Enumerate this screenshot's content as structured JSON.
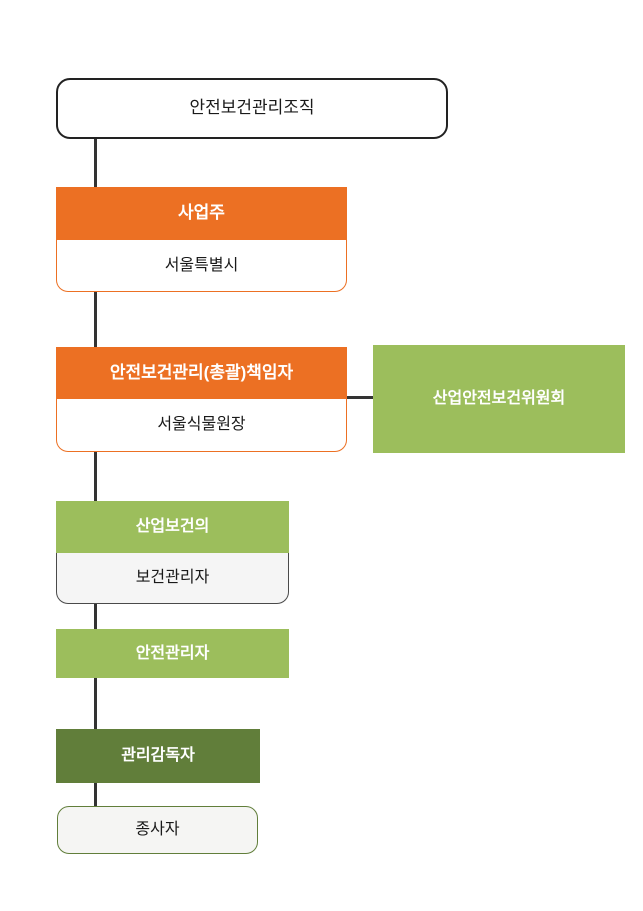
{
  "diagram": {
    "title": "안전보건관리조직",
    "colors": {
      "orange": "#EC7023",
      "green": "#9CBE5C",
      "dark_green": "#617E3A",
      "line": "#333333",
      "text_dark": "#1a1a1a",
      "text_light": "#ffffff"
    },
    "nodes": {
      "root": {
        "label": "안전보건관리조직"
      },
      "employer": {
        "header": "사업주",
        "body": "서울특별시"
      },
      "safety_manager": {
        "header": "안전보건관리(총괄)책임자",
        "body": "서울식물원장"
      },
      "committee": {
        "label": "산업안전보건위원회"
      },
      "occupational_physician": {
        "header": "산업보건의",
        "body": "보건관리자"
      },
      "safety_officer": {
        "label": "안전관리자"
      },
      "supervisor": {
        "label": "관리감독자"
      },
      "worker": {
        "label": "종사자"
      }
    }
  }
}
